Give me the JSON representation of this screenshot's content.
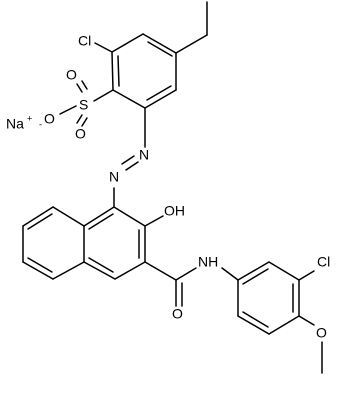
{
  "structure": {
    "atoms": {
      "cl_top": "Cl",
      "s": "S",
      "o_s_up": "O",
      "o_s_down": "O",
      "o_minus": "O",
      "na": "Na",
      "n_upper": "N",
      "n_lower": "N",
      "hydroxyl": "OH",
      "amide_nh": "NH",
      "amide_o": "O",
      "cl_right": "Cl",
      "ether_o": "O"
    },
    "charges": {
      "minus": "-",
      "plus": "+"
    }
  }
}
